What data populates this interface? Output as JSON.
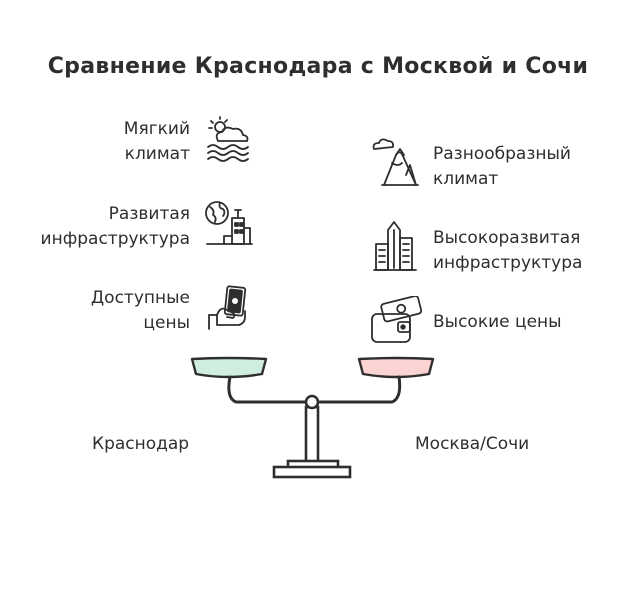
{
  "title": "Сравнение Краснодара с Москвой и Сочи",
  "left": {
    "name": "Краснодар",
    "items": [
      {
        "line1": "Мягкий",
        "line2": "климат",
        "icon": "sun-cloud-waves-icon"
      },
      {
        "line1": "Развитая",
        "line2": "инфраструктура",
        "icon": "globe-building-icon"
      },
      {
        "line1": "Доступные",
        "line2": "цены",
        "icon": "hand-money-icon"
      }
    ],
    "pan_color": "#cfeee0"
  },
  "right": {
    "name": "Москва/Сочи",
    "items": [
      {
        "line1": "Разнообразный",
        "line2": "климат",
        "icon": "mountain-cloud-icon"
      },
      {
        "line1": "Высокоразвитая",
        "line2": "инфраструктура",
        "icon": "skyscrapers-icon"
      },
      {
        "line1": "Высокие цены",
        "line2": "",
        "icon": "wallet-money-icon"
      }
    ],
    "pan_color": "#fbd3d3"
  }
}
